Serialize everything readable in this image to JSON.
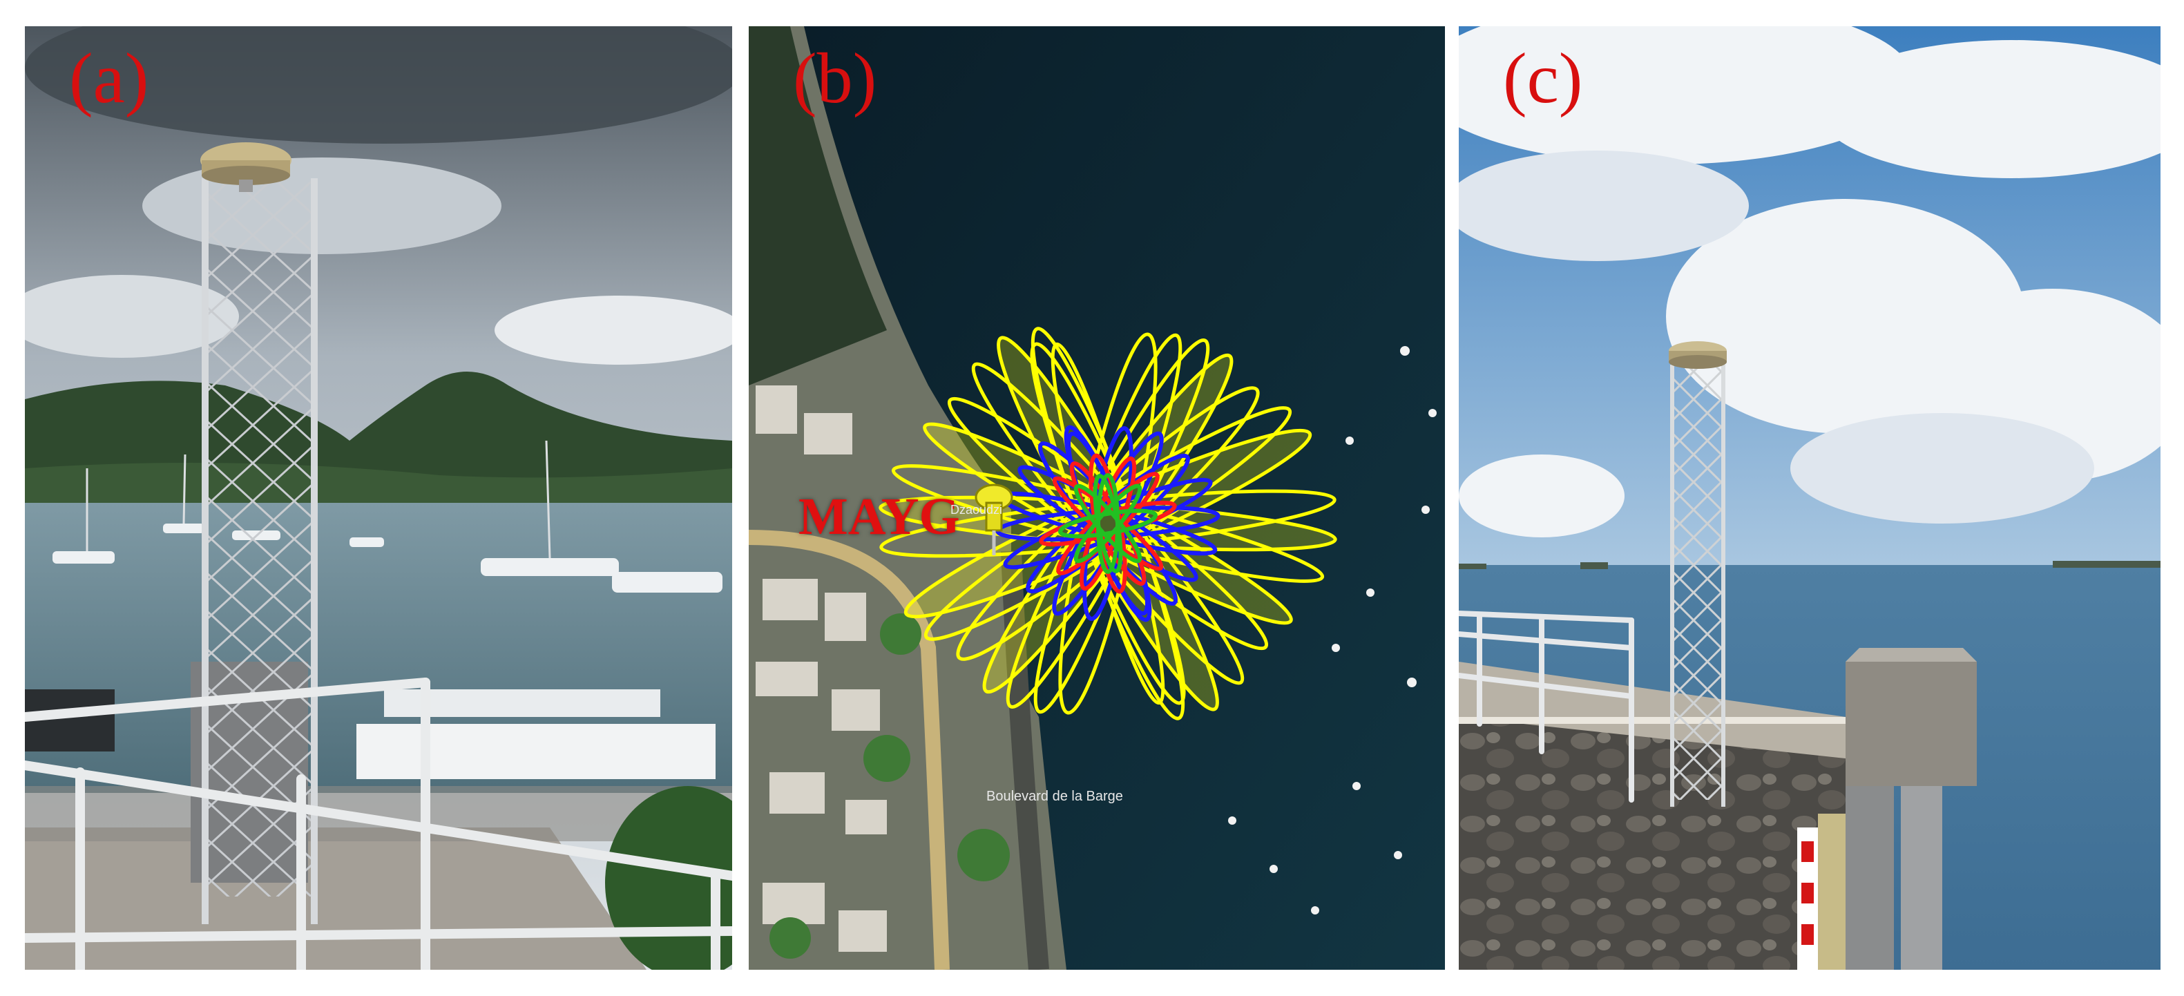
{
  "panels": [
    {
      "id": "a",
      "label": "(a)"
    },
    {
      "id": "b",
      "label": "(b)",
      "station_label": "MAYG",
      "map_text": {
        "place_1": "Dzaoudzi",
        "place_2": "Boulevard de la Barge"
      }
    },
    {
      "id": "c",
      "label": "(c)"
    }
  ],
  "colors": {
    "label_red": "#d80f0f",
    "fresnel_yellow": "#ffff00",
    "fresnel_blue": "#1a1aff",
    "fresnel_red": "#ff1a1a",
    "fresnel_green": "#22c022",
    "sea_dark": "#0d2733"
  },
  "icons": [
    "gnss-antenna-icon",
    "map-pin-icon"
  ]
}
